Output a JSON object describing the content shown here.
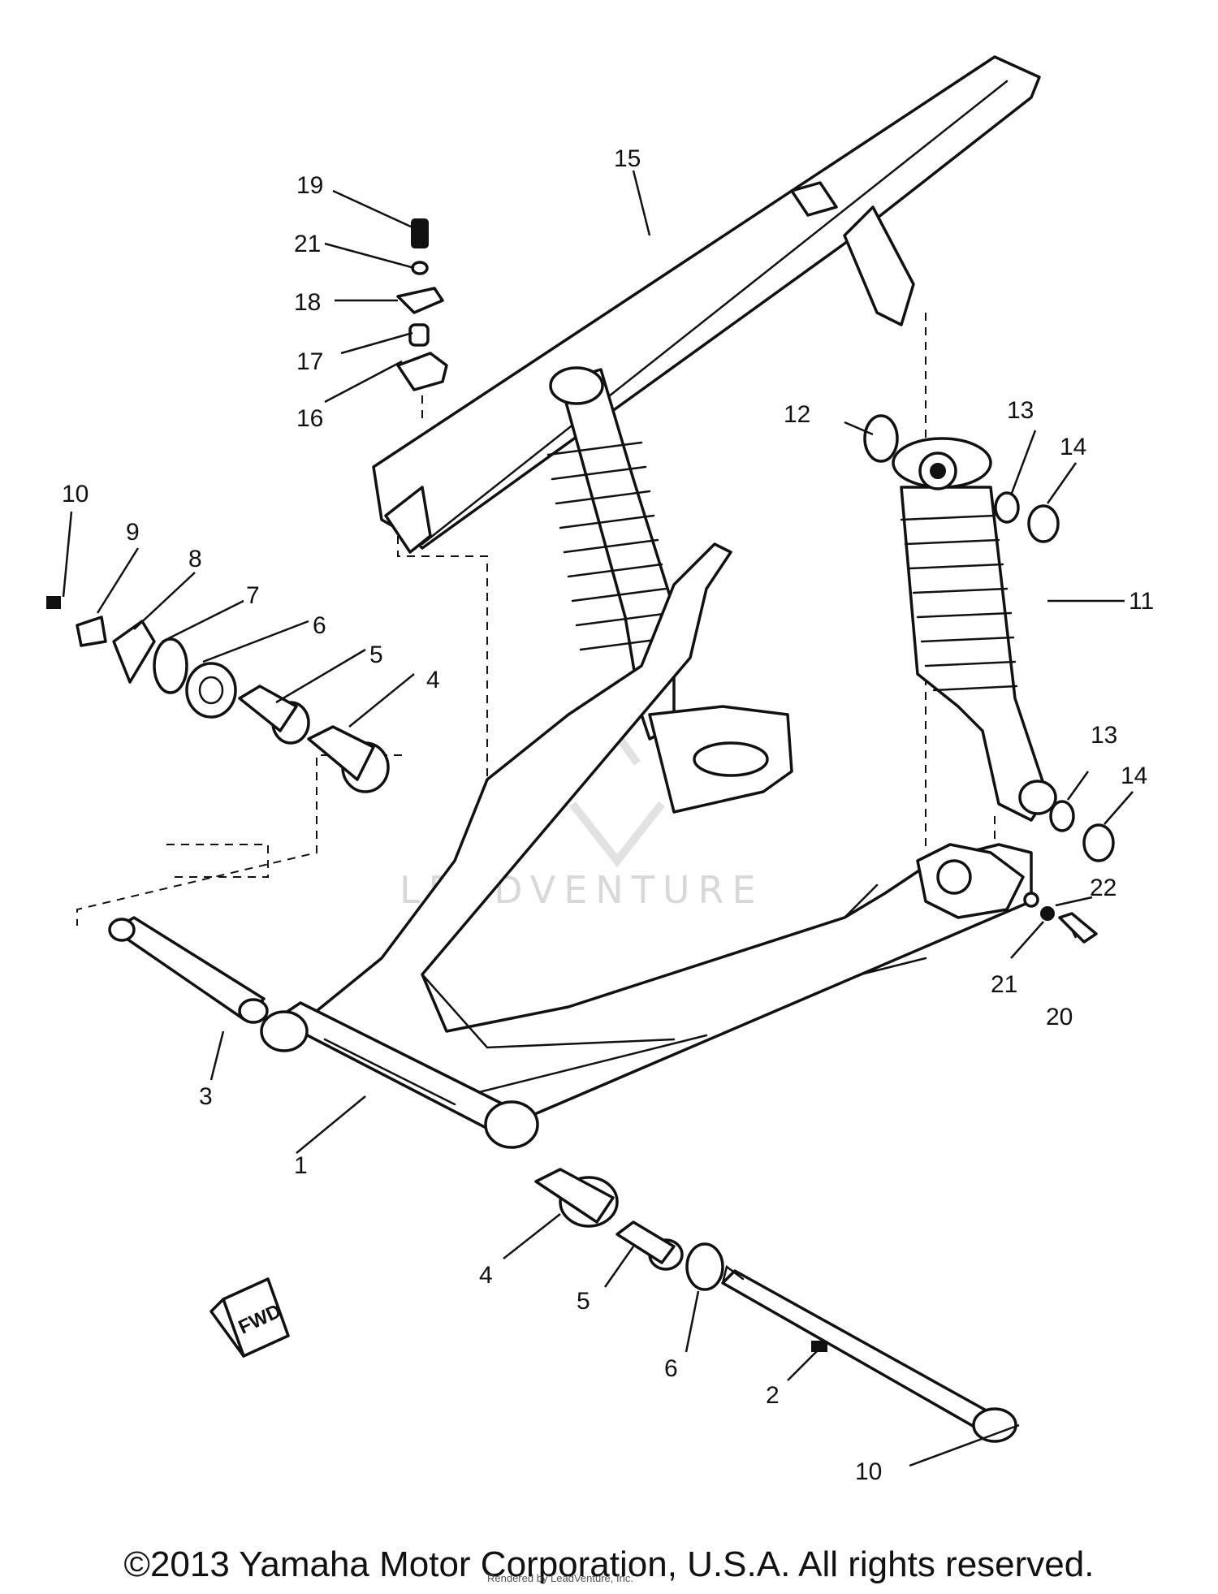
{
  "diagram": {
    "callouts": [
      "1",
      "2",
      "3",
      "4",
      "4",
      "5",
      "5",
      "6",
      "6",
      "7",
      "8",
      "9",
      "10",
      "10",
      "11",
      "12",
      "13",
      "13",
      "14",
      "14",
      "15",
      "16",
      "17",
      "18",
      "19",
      "20",
      "21",
      "21",
      "22"
    ],
    "direction_tag": "FWD",
    "watermark": "LEADVENTURE"
  },
  "footer": {
    "copyright": "©2013 Yamaha Motor Corporation, U.S.A. All rights reserved.",
    "overlay": "Rendered by LeadVenture, Inc."
  }
}
